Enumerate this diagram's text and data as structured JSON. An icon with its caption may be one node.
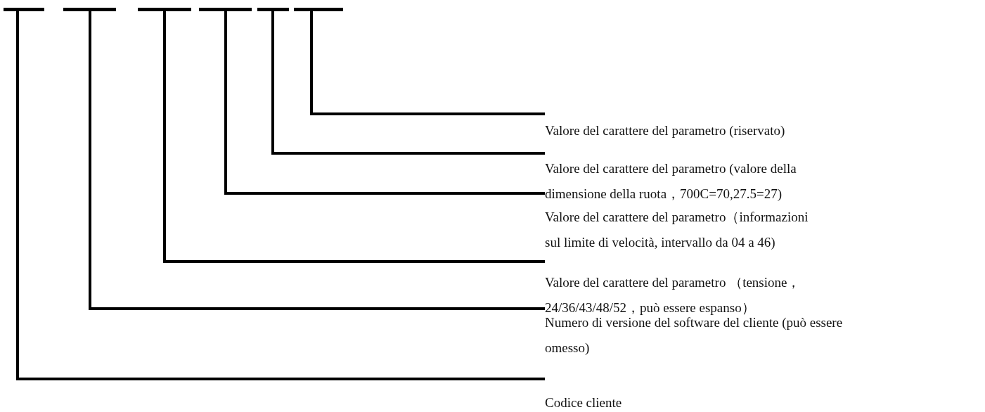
{
  "diagram": {
    "nodes": [
      {
        "text": [],
        "shape": "bar"
      },
      {
        "text": [],
        "shape": "bar"
      },
      {
        "text": [],
        "shape": "bar"
      },
      {
        "text": [],
        "shape": "bar"
      },
      {
        "text": [],
        "shape": "bar"
      },
      {
        "text": [],
        "shape": "bar"
      },
      {
        "text": [
          "Valore del carattere del parametro (riservato)"
        ]
      },
      {
        "text": [
          "Valore del carattere del parametro (valore della dimensione della ruota，700C=70,27.5=27)"
        ]
      },
      {
        "text": [
          "Valore del carattere del parametro（informazioni sul limite di velocità, intervallo da 04 a 46)"
        ]
      },
      {
        "text": [
          "Valore del carattere del parametro （tensione，24/36/43/48/52，può essere espanso）"
        ]
      },
      {
        "text": [
          "Numero di versione del software del cliente (può essere omesso)"
        ]
      },
      {
        "text": [
          "Codice cliente"
        ]
      }
    ],
    "edges": [
      {
        "from": 6,
        "to": 5,
        "arrow": "none"
      },
      {
        "from": 7,
        "to": 4,
        "arrow": "none"
      },
      {
        "from": 8,
        "to": 3,
        "arrow": "none"
      },
      {
        "from": 9,
        "to": 2,
        "arrow": "none"
      },
      {
        "from": 10,
        "to": 1,
        "arrow": "none"
      },
      {
        "from": 11,
        "to": 0,
        "arrow": "none"
      }
    ]
  }
}
